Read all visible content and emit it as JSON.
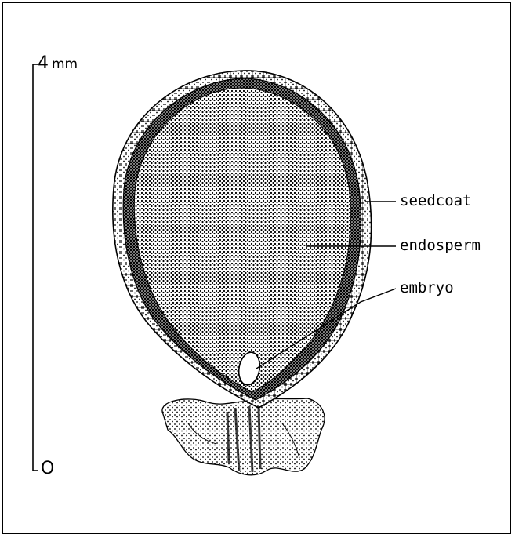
{
  "scale_bar": {
    "top_value": "4",
    "top_unit": "mm",
    "bottom_value": "O"
  },
  "labels": {
    "seedcoat": "seedcoat",
    "endosperm": "endosperm",
    "embryo": "embryo"
  },
  "colors": {
    "ink": "#000000",
    "background": "#ffffff"
  }
}
